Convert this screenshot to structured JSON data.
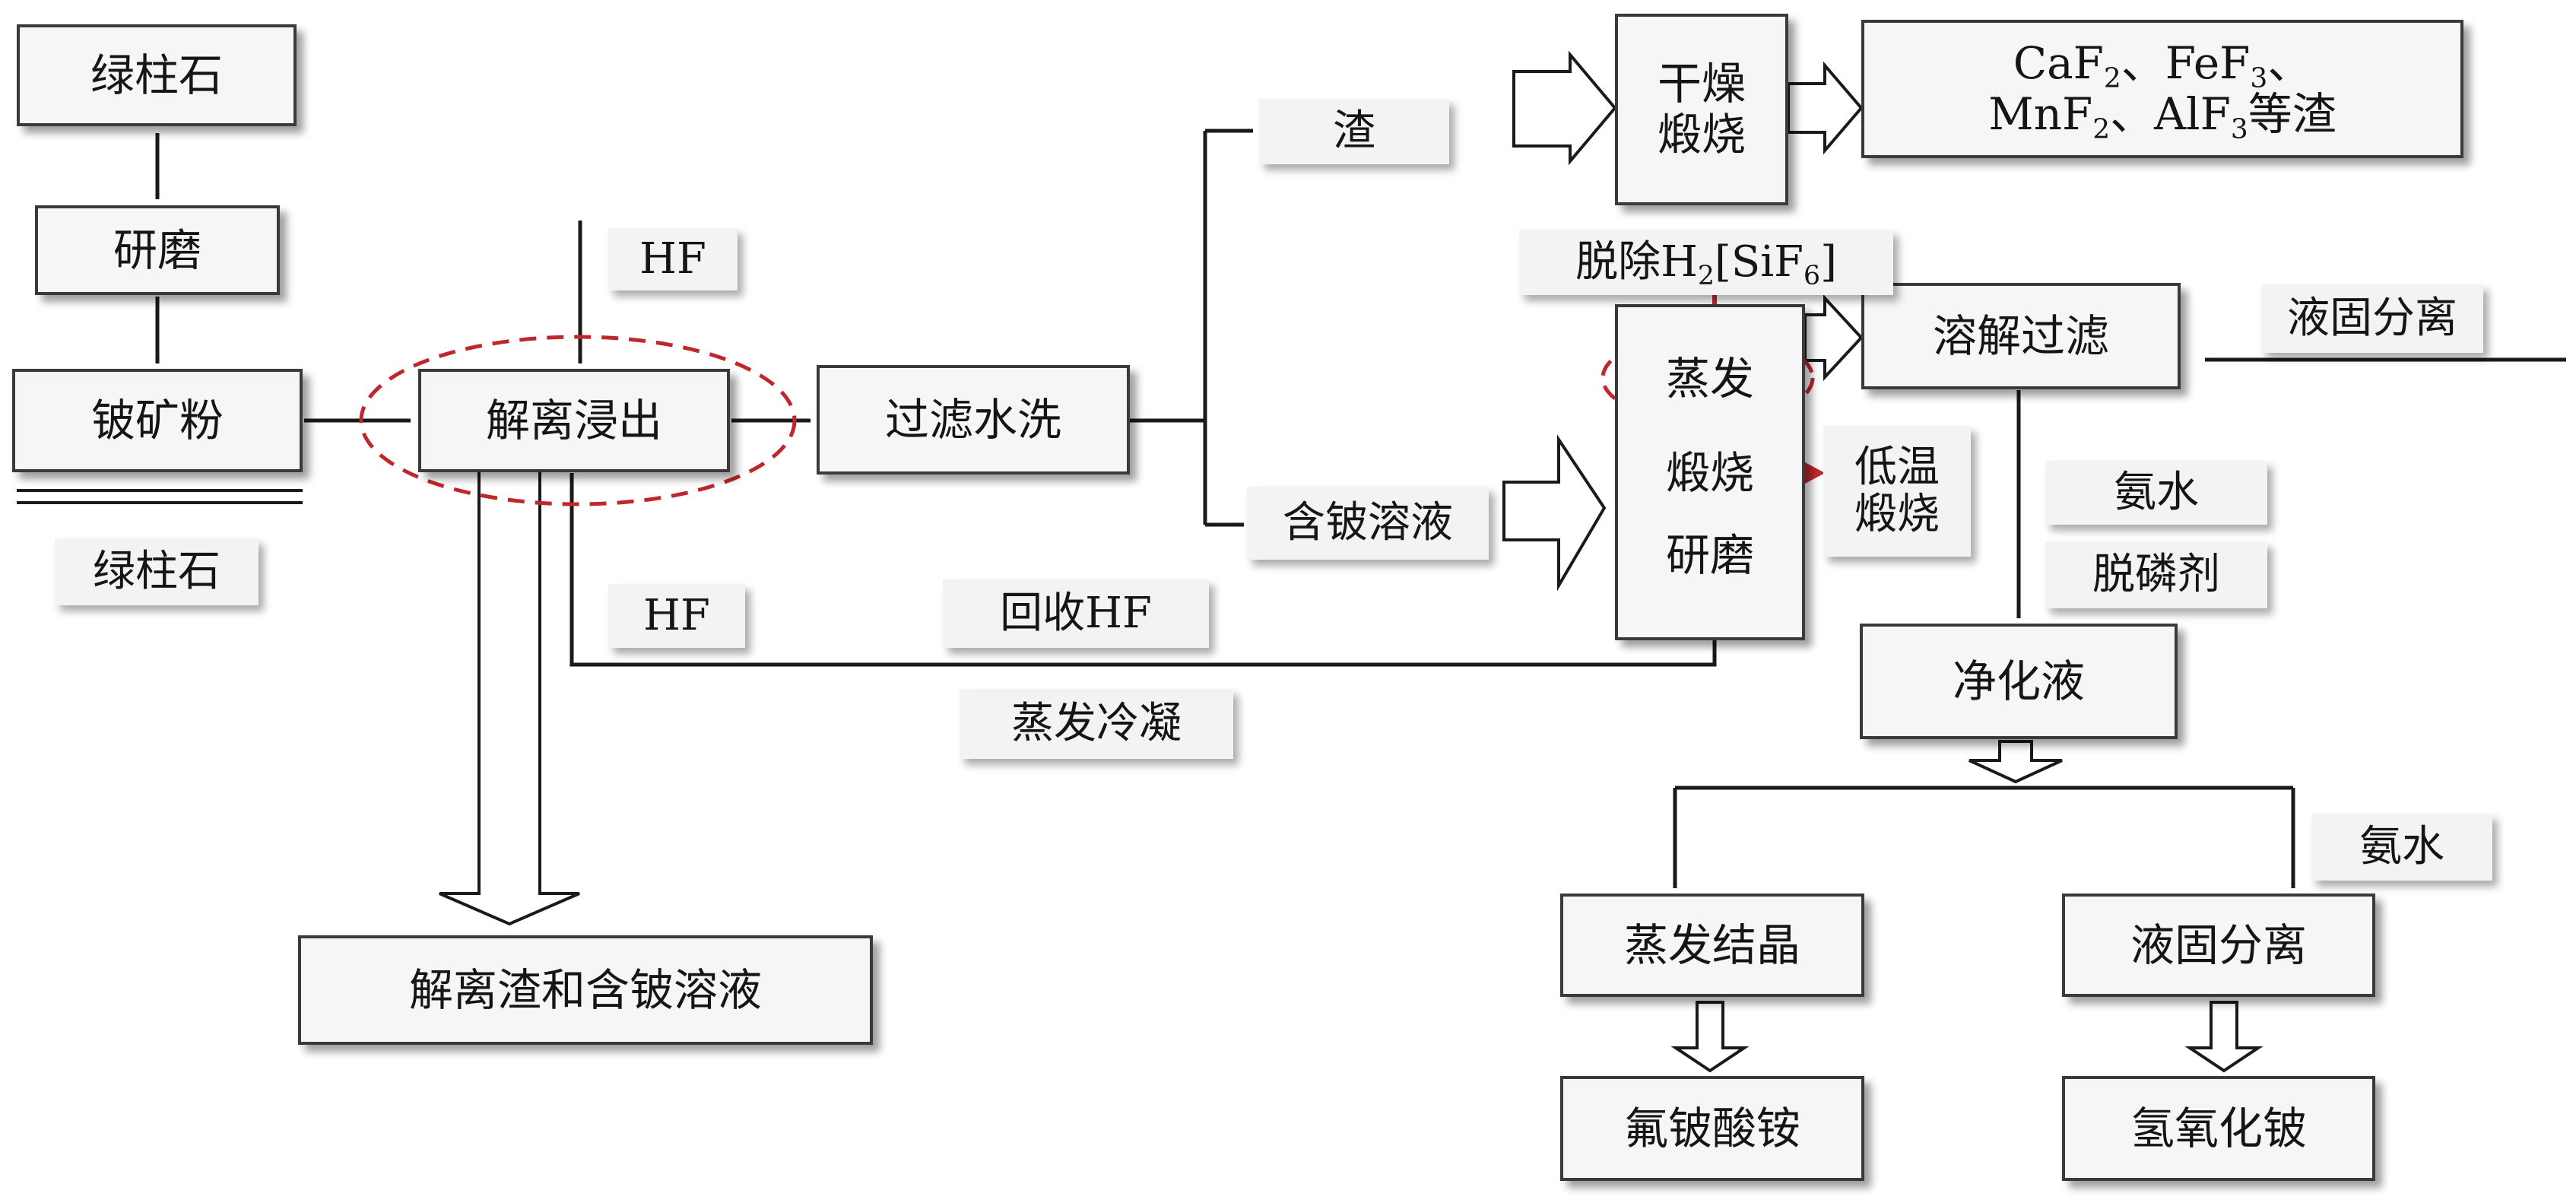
{
  "nodes": {
    "beryl": "绿柱石",
    "grind": "研磨",
    "ore_powder": "铍矿粉",
    "leach": "解离浸出",
    "filter_wash": "过滤水洗",
    "dissociation_residue": "解离渣和含铍溶液",
    "dry_calcine_1": "干燥",
    "dry_calcine_2": "煅烧",
    "residue_fluorides_1": "CaF₂、FeF₃、",
    "residue_fluorides_2": "MnF₂、AlF₃等渣",
    "dissolve_filter": "溶解过滤",
    "evaporate": "蒸发",
    "calcine": "煅烧",
    "grind2": "研磨",
    "purified_liquid": "净化液",
    "evap_crystal": "蒸发结晶",
    "solid_liquid_sep": "液固分离",
    "ammonium_fluoroberyllate": "氟铍酸铵",
    "beryllium_hydroxide": "氢氧化铍"
  },
  "labels": {
    "beryl_below": "绿柱石",
    "hf_top": "HF",
    "hf_left": "HF",
    "recover_hf": "回收HF",
    "evap_condense": "蒸发冷凝",
    "slag": "渣",
    "be_solution": "含铍溶液",
    "remove_h2sif6": "脱除H₂[SiF₆]",
    "low_temp_1": "低温",
    "low_temp_2": "煅烧",
    "solid_liquid_sep_top": "液固分离",
    "ammonia_1": "氨水",
    "dephosphorizer": "脱磷剂",
    "ammonia_2": "氨水"
  },
  "colors": {
    "line": "#1a1a1a",
    "highlight_red": "#c0272d",
    "box_fill": "#f6f6f6",
    "block_arrow_fill": "#ffffff"
  }
}
